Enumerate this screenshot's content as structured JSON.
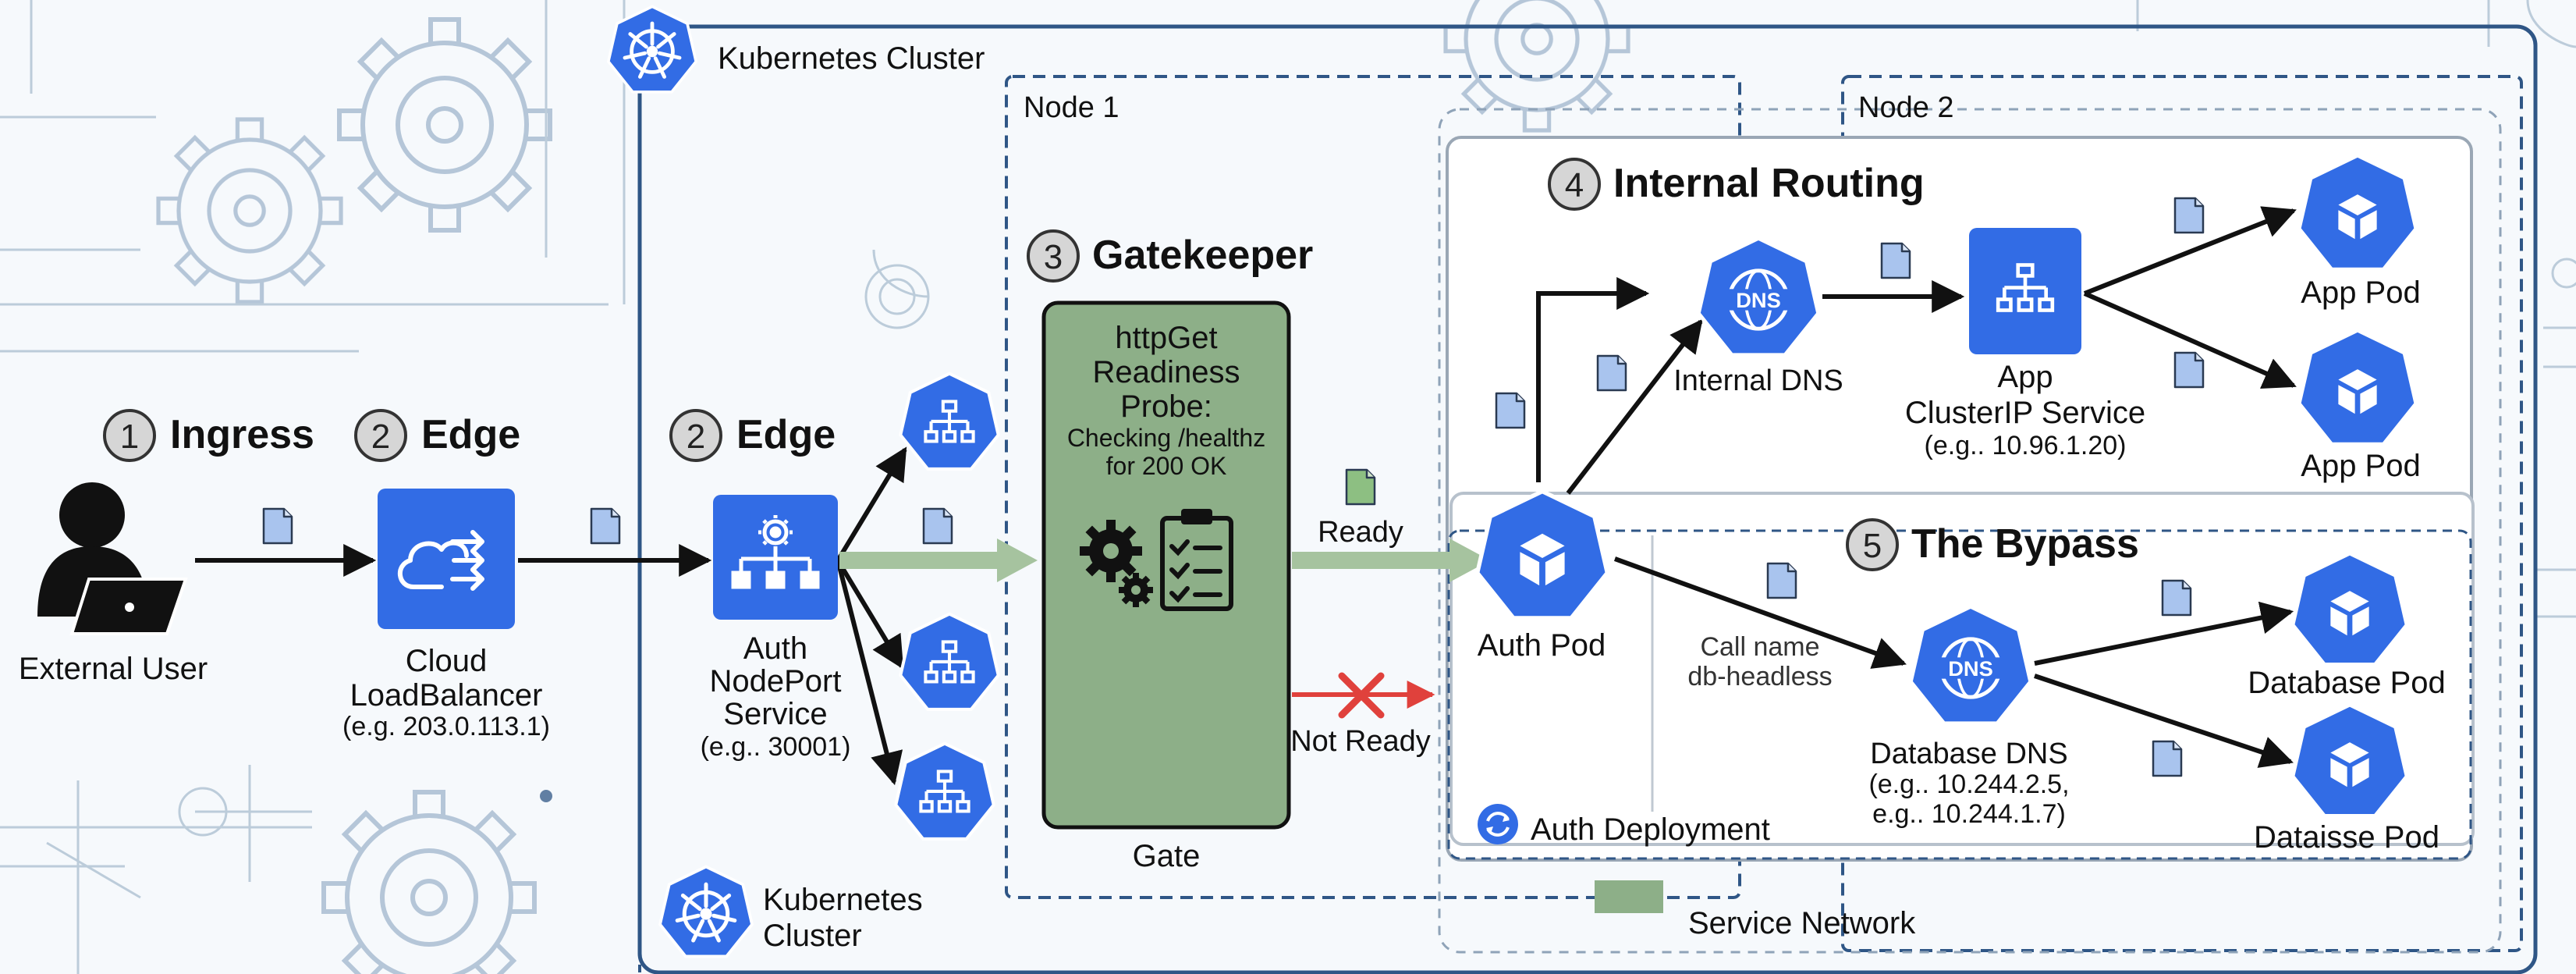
{
  "cluster": {
    "title": "Kubernetes Cluster",
    "bottom_title_line1": "Kubernetes",
    "bottom_title_line2": "Cluster"
  },
  "nodes": {
    "node1": "Node 1",
    "node2": "Node 2"
  },
  "steps": {
    "ingress": {
      "number": "1",
      "title": "Ingress"
    },
    "edge_left": {
      "number": "2",
      "title": "Edge"
    },
    "edge_right": {
      "number": "2",
      "title": "Edge"
    },
    "gatekeeper": {
      "number": "3",
      "title": "Gatekeeper"
    },
    "routing": {
      "number": "4",
      "title": "Internal Routing"
    },
    "bypass": {
      "number": "5",
      "title": "The Bypass"
    }
  },
  "external_user": {
    "label": "External User"
  },
  "load_balancer": {
    "line1": "Cloud",
    "line2": "LoadBalancer",
    "line3": "(e.g. 203.0.113.1)"
  },
  "nodeport": {
    "line1": "Auth",
    "line2": "NodePort",
    "line3": "Service",
    "line4": "(e.g.. 30001)"
  },
  "probe": {
    "line1": "httpGet",
    "line2": "Readiness",
    "line3": "Probe:",
    "line4": "Checking /healthz",
    "line5": "for 200 OK",
    "caption": "Gate"
  },
  "flow": {
    "ready": "Ready",
    "not_ready": "Not Ready"
  },
  "auth_pod": {
    "label": "Auth Pod"
  },
  "internal_dns": {
    "label": "Internal DNS"
  },
  "app_service": {
    "line1": "App",
    "line2": "ClusterIP Service",
    "line3": "(e.g.. 10.96.1.20)"
  },
  "app_pods": [
    "App Pod",
    "App Pod"
  ],
  "call_note": {
    "line1": "Call name",
    "line2": "db-headless"
  },
  "database_dns": {
    "line1": "Database DNS",
    "line2": "(e.g.. 10.244.2.5,",
    "line3": "e.g.. 10.244.1.7)"
  },
  "database_pods": [
    "Database Pod",
    "Dataisse Pod"
  ],
  "auth_deployment": {
    "label": "Auth Deployment"
  },
  "legend": {
    "service_network": "Service Network"
  },
  "colors": {
    "k8s_blue": "#326ce5",
    "border_blue": "#2f5686",
    "gate_green": "#8daf88",
    "flow_green": "#a6c39f",
    "fail_red": "#e0413c",
    "ink": "#111111",
    "doc_fill": "#a9c4ee"
  },
  "icons": {
    "cluster": "helm-wheel-icon",
    "user": "user-laptop-icon",
    "load_balancer": "cloud-balancer-icon",
    "service": "service-hierarchy-icon",
    "pod": "pod-cube-icon",
    "dns": "dns-globe-icon",
    "probe": "gears-checklist-icon",
    "document": "document-icon",
    "deployment": "deployment-cycle-icon",
    "fail": "red-x-icon"
  }
}
